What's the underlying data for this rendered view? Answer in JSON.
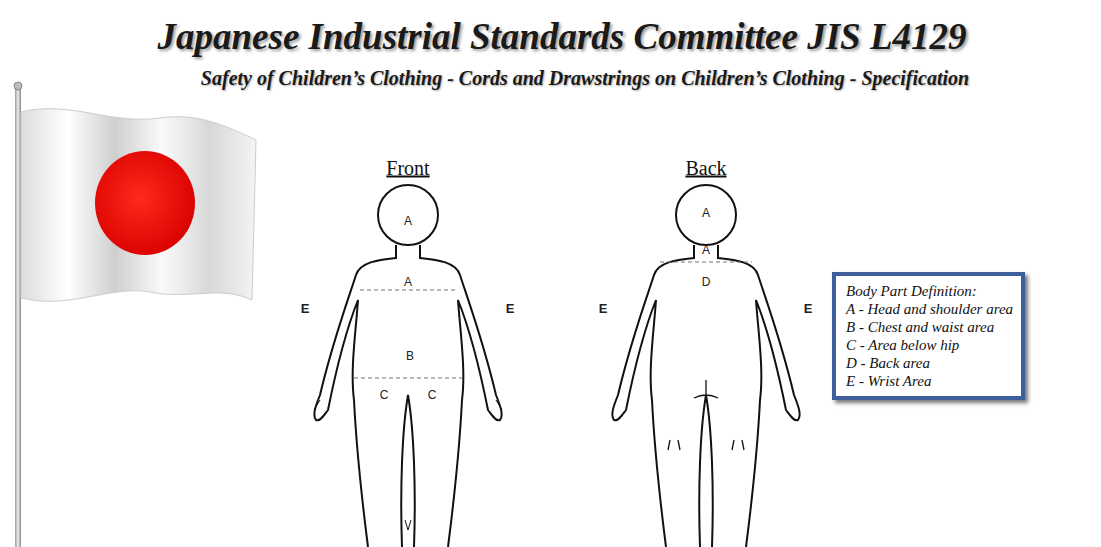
{
  "diagram": {
    "title": "Japanese Industrial Standards Committee JIS L4129",
    "nodes": [
      {
        "text": [
          "Body Part Definition:",
          "A - Head and shoulder area",
          "B - Chest and waist area",
          "C - Area below hip",
          "D - Back area",
          "E - Wrist Area"
        ]
      }
    ],
    "labels": [
      "Safety of Children’s Clothing - Cords and Drawstrings on Children’s Clothing - Specification",
      "Front",
      "A",
      "A",
      "E",
      "E",
      "B",
      "C",
      "C",
      "Back",
      "A",
      "A",
      "D",
      "E",
      "E"
    ]
  }
}
